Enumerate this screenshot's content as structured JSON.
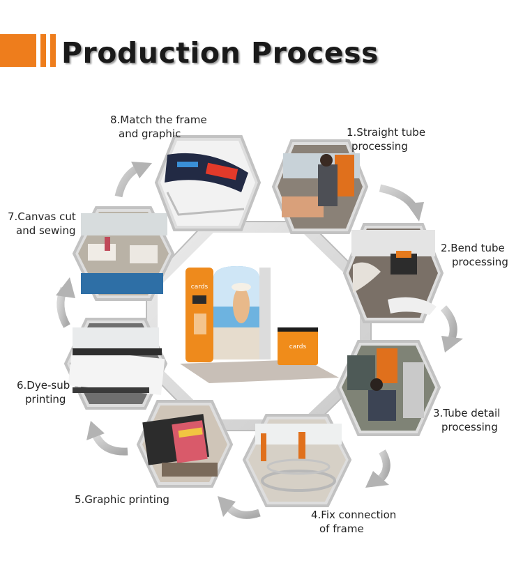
{
  "header": {
    "title": "Production Process",
    "accent_color": "#ee7d1c"
  },
  "center": {
    "sign_brand": "cards",
    "counter_brand": "cards"
  },
  "steps": [
    {
      "line1": "1.Straight tube",
      "line2": "processing"
    },
    {
      "line1": "2.Bend tube",
      "line2": "processing"
    },
    {
      "line1": "3.Tube detail",
      "line2": "processing"
    },
    {
      "line1": "4.Fix connection",
      "line2": "of frame"
    },
    {
      "line1": "5.Graphic printing",
      "line2": ""
    },
    {
      "line1": "6.Dye-sub",
      "line2": "printing"
    },
    {
      "line1": "7.Canvas cut",
      "line2": "and sewing"
    },
    {
      "line1": "8.Match the frame",
      "line2": "and graphic"
    }
  ]
}
